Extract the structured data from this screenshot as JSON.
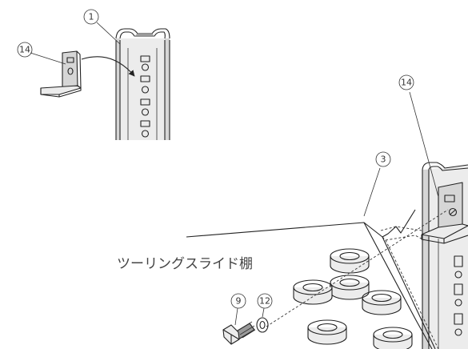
{
  "callouts": {
    "part_1": "1",
    "part_14_top": "14",
    "part_14_right": "14",
    "part_3": "3",
    "part_9": "9",
    "part_12": "12"
  },
  "caption": "ツーリングスライド棚"
}
